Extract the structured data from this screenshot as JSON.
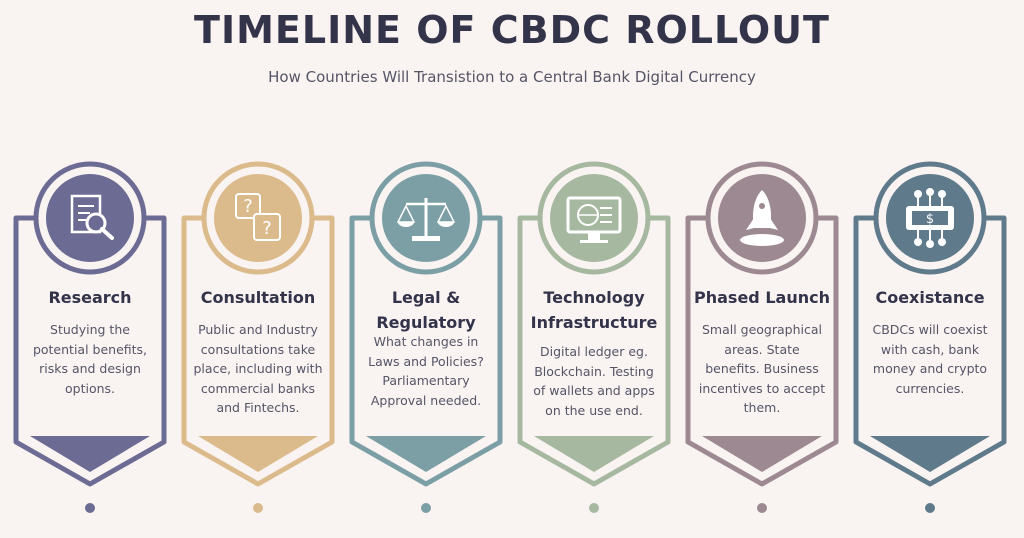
{
  "title": "TIMELINE OF CBDC ROLLOUT",
  "subtitle": "How Countries Will Transistion to a Central Bank Digital Currency",
  "steps": [
    {
      "heading": "Research",
      "description": "Studying the potential benefits, risks and design options.",
      "icon": "document-search-icon",
      "color": "#6c6b93"
    },
    {
      "heading": "Consultation",
      "description": "Public and Industry consultations take place, including with commercial banks and Fintechs.",
      "icon": "question-bubbles-icon",
      "color": "#dbbb8b"
    },
    {
      "heading": "Legal & Regulatory",
      "description": "What changes in Laws and Policies? Parliamentary Approval needed.",
      "icon": "scales-icon",
      "color": "#7b9fa4"
    },
    {
      "heading": "Technology Infrastructure",
      "description": "Digital ledger eg. Blockchain.  Testing of wallets and apps on the use end.",
      "icon": "monitor-globe-icon",
      "color": "#a6b8a0"
    },
    {
      "heading": "Phased Launch",
      "description": "Small geographical areas. State benefits. Business incentives to accept them.",
      "icon": "rocket-icon",
      "color": "#9d8991"
    },
    {
      "heading": "Coexistance",
      "description": "CBDCs will coexist with cash, bank money and crypto currencies.",
      "icon": "digital-dollar-icon",
      "color": "#5f7b8b"
    }
  ]
}
